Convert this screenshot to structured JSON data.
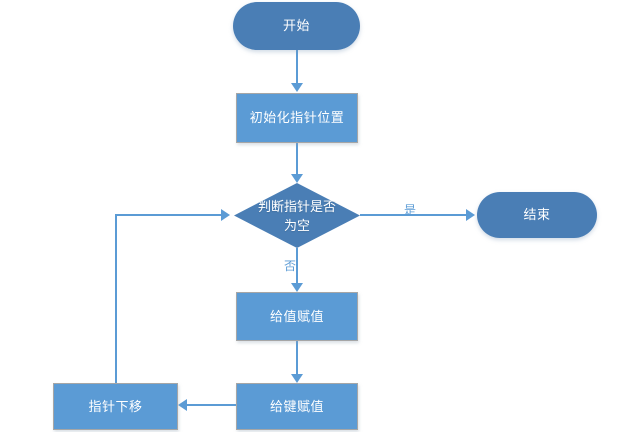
{
  "diagram": {
    "type": "flowchart",
    "background_color": "#ffffff",
    "palette": {
      "terminator_fill": "#4a7eb5",
      "process_fill": "#5b9bd5",
      "decision_fill": "#4a7eb5",
      "connector": "#5b9bd5",
      "node_text": "#ffffff",
      "edge_label_text": "#5b9bd5",
      "process_border": "#a6a6a6"
    },
    "nodes": {
      "start": {
        "label": "开始",
        "shape": "terminator"
      },
      "init_pointer": {
        "label": "初始化指针位置",
        "shape": "process"
      },
      "check_null": {
        "label_line1": "判断指针是否",
        "label_line2": "为空",
        "shape": "decision"
      },
      "end": {
        "label": "结束",
        "shape": "terminator"
      },
      "assign_value": {
        "label": "给值赋值",
        "shape": "process"
      },
      "assign_key": {
        "label": "给键赋值",
        "shape": "process"
      },
      "move_pointer": {
        "label": "指针下移",
        "shape": "process"
      }
    },
    "edge_labels": {
      "yes": "是",
      "no": "否"
    }
  }
}
